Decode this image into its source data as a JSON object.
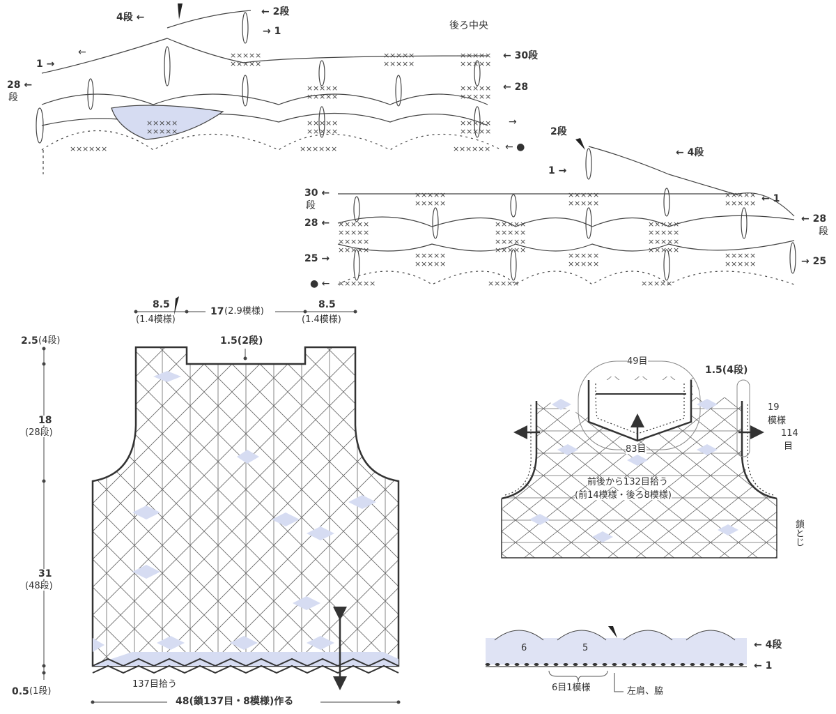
{
  "colors": {
    "line": "#333333",
    "shade": "#d6dcf2",
    "grid": "#555555"
  },
  "chart_top_left": {
    "labels": {
      "row4": "4段 ←",
      "row2": "← 2段",
      "row1_right": "→ 1",
      "row1_left": "1 →",
      "arrow_left": "←",
      "back_center": "後ろ中央",
      "row30": "← 30段",
      "row28_left": "28 ←",
      "dan": "段",
      "row28_right": "← 28",
      "arrow_right": "→",
      "start": "← ●"
    }
  },
  "chart_top_right": {
    "labels": {
      "row2": "2段",
      "row4": "← 4段",
      "row1": "1 →",
      "row30": "30 ←",
      "dan_left": "段",
      "row28_left": "28 ←",
      "row25_left": "25 →",
      "start": "● ←",
      "row1_right": "← 1",
      "row28_right": "← 28",
      "dan_right": "段",
      "row25_right": "→ 25"
    }
  },
  "body_piece": {
    "top_dims": [
      {
        "value": "8.5",
        "sub": "(1.4模様)"
      },
      {
        "value": "17",
        "sub": "(2.9模様)"
      },
      {
        "value": "8.5",
        "sub": "(1.4模様)"
      }
    ],
    "neck_edge": "1.5(2段)",
    "left_dims": [
      {
        "value": "2.5",
        "sub": "(4段)"
      },
      {
        "value": "18",
        "sub": "(28段)"
      },
      {
        "value": "31",
        "sub": "(48段)"
      },
      {
        "value": "0.5",
        "sub": "(1段)"
      }
    ],
    "pickup": "137目拾う",
    "bottom_dim": "48(鎖137目・8模様)作る"
  },
  "assembly": {
    "neck_top": "49目",
    "edge": "1.5(4段)",
    "neck_bottom": "83目",
    "armhole": [
      "19",
      "模様",
      "114",
      "目"
    ],
    "pickup_line1": "前後から132目拾う",
    "pickup_line2": "(前14模様・後ろ8模様)",
    "side_seam": "鎖とじ"
  },
  "edging_chart": {
    "row4": "← 4段",
    "row1": "← 1",
    "repeat": "6目1模様",
    "position": "左肩、脇",
    "num6": "6",
    "num5": "5"
  }
}
